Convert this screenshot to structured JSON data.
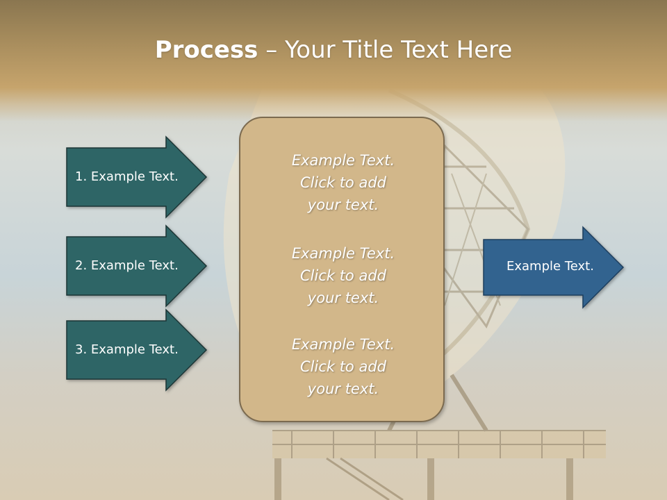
{
  "slide": {
    "title_strong": "Process",
    "title_rest": " – Your Title Text Here"
  },
  "left_arrows": [
    {
      "label": "1. Example Text."
    },
    {
      "label": "2. Example Text."
    },
    {
      "label": "3. Example Text."
    }
  ],
  "center_box": {
    "paragraphs": [
      {
        "line1": "Example Text.",
        "line2": "Click  to add",
        "line3": "your text."
      },
      {
        "line1": "Example Text.",
        "line2": "Click  to add",
        "line3": "your text."
      },
      {
        "line1": "Example Text.",
        "line2": "Click  to add",
        "line3": "your text."
      }
    ]
  },
  "right_arrow": {
    "label": "Example Text."
  },
  "colors": {
    "left_arrow_fill": "#2f6566",
    "right_arrow_fill": "#33648f",
    "center_box_fill": "#d2b78a",
    "title_band": "#b9985f"
  }
}
